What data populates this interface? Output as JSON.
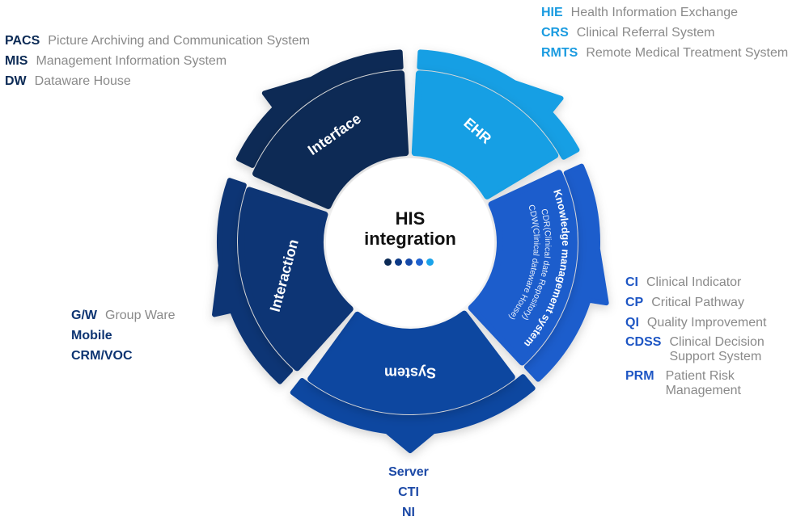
{
  "center": {
    "title_line1": "HIS",
    "title_line2": "integration",
    "dot_colors": [
      "#0b2a55",
      "#0d3a86",
      "#1549a8",
      "#1f62d0",
      "#1aa3ea"
    ]
  },
  "segments": [
    {
      "id": "interface",
      "label": "Interface",
      "color": "#0b2a55"
    },
    {
      "id": "ehr",
      "label": "EHR",
      "color": "#139fe4"
    },
    {
      "id": "knowledge",
      "label": "Knowledge management system",
      "sub1": "CDR(Clinical date Repository)",
      "sub2": "CDW(Clinical dateware House)",
      "color": "#1f5dcc"
    },
    {
      "id": "system",
      "label": "System",
      "color": "#0f47a0"
    },
    {
      "id": "interaction",
      "label": "Interaction",
      "color": "#0d3574"
    }
  ],
  "legends": {
    "top_left": [
      {
        "abbr": "PACS",
        "desc": "Picture Archiving and Communication System"
      },
      {
        "abbr": "MIS",
        "desc": "Management Information System"
      },
      {
        "abbr": "DW",
        "desc": "Dataware House"
      }
    ],
    "top_right": [
      {
        "abbr": "HIE",
        "desc": "Health Information Exchange"
      },
      {
        "abbr": "CRS",
        "desc": "Clinical Referral System"
      },
      {
        "abbr": "RMTS",
        "desc": "Remote Medical Treatment System"
      }
    ],
    "right": [
      {
        "abbr": "CI",
        "desc": "Clinical Indicator"
      },
      {
        "abbr": "CP",
        "desc": "Critical Pathway"
      },
      {
        "abbr": "QI",
        "desc": "Quality Improvement"
      },
      {
        "abbr": "CDSS",
        "desc": "Clinical Decision Support System"
      },
      {
        "abbr": "PRM",
        "desc": "Patient Risk Management"
      }
    ],
    "left": [
      {
        "abbr": "G/W",
        "desc": "Group Ware"
      },
      {
        "abbr": "Mobile",
        "desc": ""
      },
      {
        "abbr": "CRM/VOC",
        "desc": ""
      }
    ],
    "bottom": [
      {
        "abbr": "Server"
      },
      {
        "abbr": "CTI"
      },
      {
        "abbr": "NI"
      }
    ]
  }
}
